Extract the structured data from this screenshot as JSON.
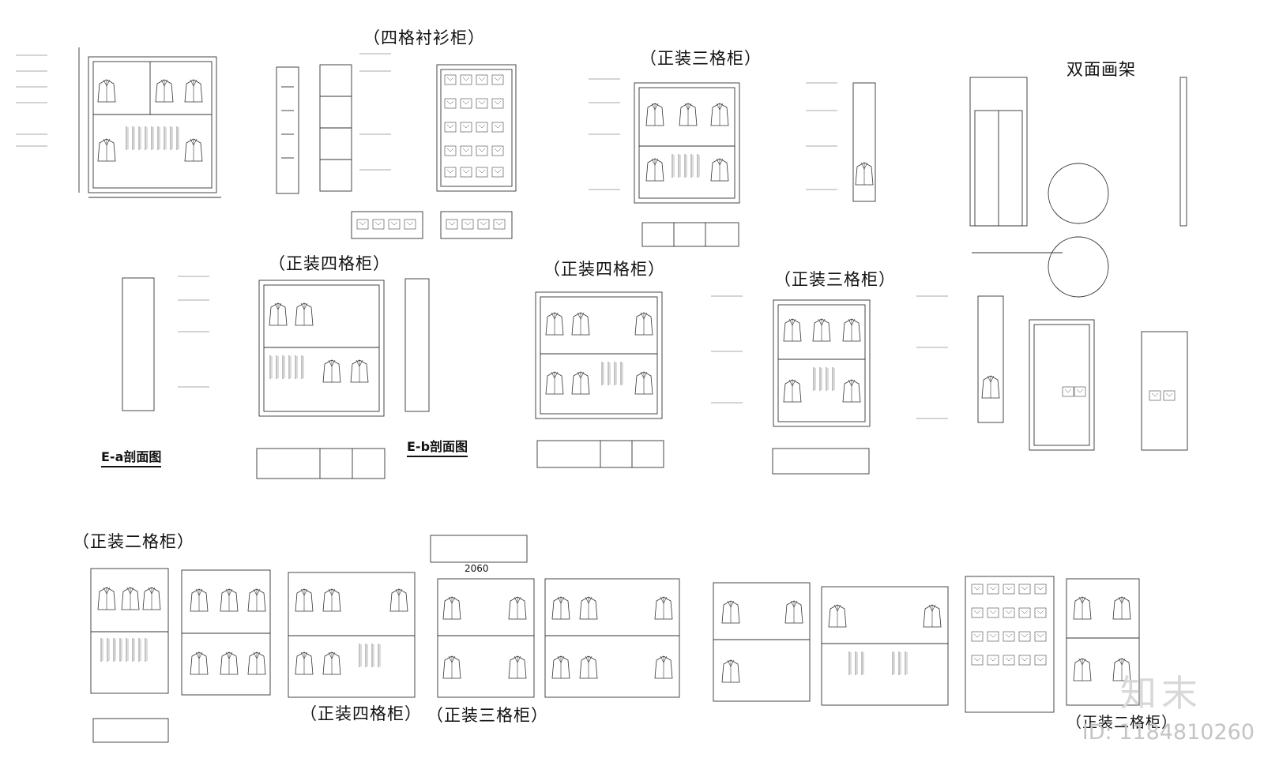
{
  "titles": {
    "shirt_four": "（四格衬衫柜）",
    "formal_three_top": "（正装三格柜）",
    "double_frame": "双面画架",
    "formal_four_left": "（正装四格柜）",
    "formal_four_mid": "（正装四格柜）",
    "formal_three_right": "（正装三格柜）",
    "formal_two": "（正装二格柜）",
    "formal_four_bottom": "（正装四格柜）",
    "formal_three_bottom": "（正装三格柜）",
    "formal_two_right": "（正装二格柜）"
  },
  "sections": {
    "ea": "E-a剖面图",
    "eb": "E-b剖面图"
  },
  "dimension": "2060",
  "watermark": {
    "logo": "知末",
    "id": "ID: 1184810260"
  }
}
